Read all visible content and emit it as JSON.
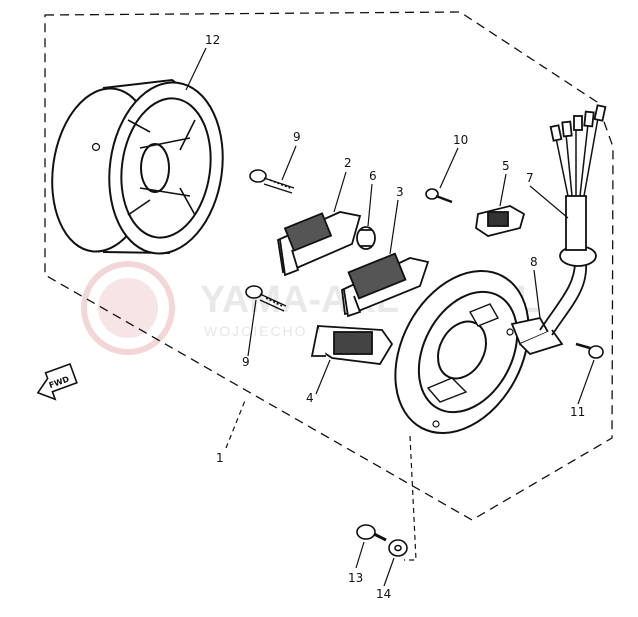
{
  "watermark": {
    "main": "YAMA-AKL",
    "suffix": ".PL",
    "sub": "WOJCIECHO"
  },
  "direction_marker": "FWD",
  "callouts": {
    "c1": "1",
    "c2": "2",
    "c3": "3",
    "c4": "4",
    "c5": "5",
    "c6": "6",
    "c7": "7",
    "c8": "8",
    "c9a": "9",
    "c9b": "9",
    "c10": "10",
    "c11": "11",
    "c12": "12",
    "c13": "13",
    "c14": "14"
  }
}
